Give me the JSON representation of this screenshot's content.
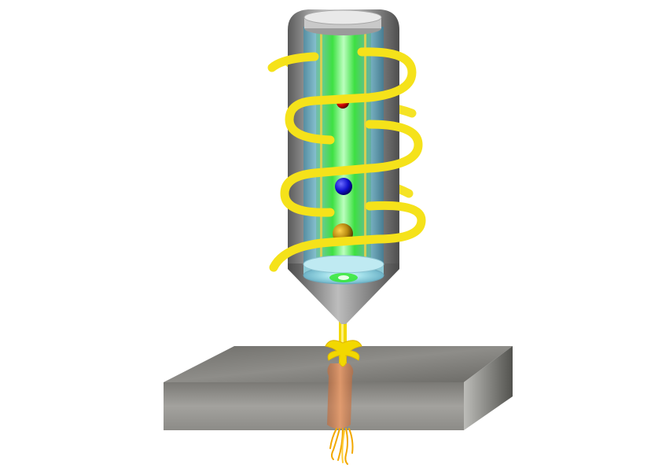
{
  "figure": {
    "kind": "laser-cutting-head-illustration",
    "components": [
      "laser-tube",
      "top-mirror",
      "bottom-lens",
      "pump-coil",
      "laser-beam",
      "workpiece",
      "cut-kerf",
      "sparks"
    ],
    "particles": [
      {
        "name": "red-particle",
        "color": "#cc0000"
      },
      {
        "name": "blue-particle",
        "color": "#1010cc"
      },
      {
        "name": "amber-particle",
        "color": "#b88a10"
      }
    ],
    "colors": {
      "tube_body": "#7a7a7a",
      "tube_highlight": "#d8d8d8",
      "gain_medium": "#33e833",
      "glass": "#8fd4e4",
      "coil": "#f5e21a",
      "beam": "#f2d800",
      "plate_top": "#7c7b77",
      "plate_front": "#9a9995",
      "plate_side": "#5e5e5a",
      "kerf": "#d9895a",
      "sparks": "#f2a800"
    }
  }
}
